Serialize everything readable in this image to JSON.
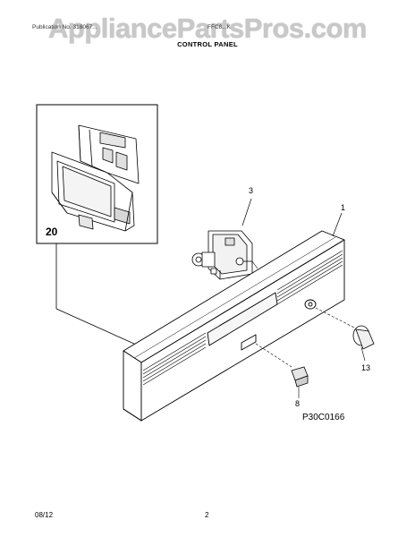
{
  "header": {
    "watermark": "AppliancePartsPros.com",
    "publication": "Publication No. 318067...",
    "model": "FFC8...K",
    "section_title": "CONTROL PANEL"
  },
  "callouts": {
    "inset": "20",
    "timer": "3",
    "panel": "1",
    "knob": "13",
    "rocker": "8"
  },
  "diagram_code": "P30C0166",
  "footer": {
    "date": "08/12",
    "page": "2"
  }
}
